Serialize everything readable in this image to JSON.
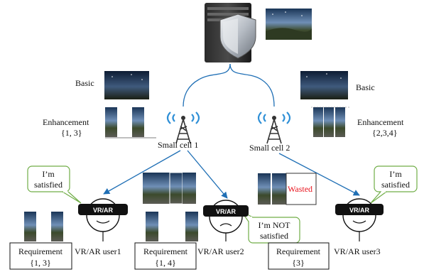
{
  "labels": {
    "basic_left": "Basic",
    "basic_right": "Basic",
    "enh_left": "Enhancement",
    "enh_left_set": "{1, 3}",
    "enh_right": "Enhancement",
    "enh_right_set": "{2,3,4}",
    "cell1": "Small cell 1",
    "cell2": "Small cell 2",
    "wasted": "Wasted"
  },
  "colors": {
    "link": "#1f6fb5",
    "bubble_border": "#70ad47",
    "wasted": "#e8141e",
    "antenna_wave": "#2e8fd6"
  },
  "users": [
    {
      "headset": "VR/AR",
      "name": "VR/AR user1",
      "req_title": "Requirement",
      "req_set": "{1, 3}",
      "mood": "happy",
      "bubble_lines": [
        "I’m",
        "satisfied"
      ]
    },
    {
      "headset": "VR/AR",
      "name": "VR/AR user2",
      "req_title": "Requirement",
      "req_set": "{1, 4}",
      "mood": "sad",
      "bubble_lines": [
        "I’m NOT",
        "satisfied"
      ]
    },
    {
      "headset": "VR/AR",
      "name": "VR/AR user3",
      "req_title": "Requirement",
      "req_set": "{3}",
      "mood": "happy",
      "bubble_lines": [
        "I’m",
        "satisfied"
      ]
    }
  ]
}
